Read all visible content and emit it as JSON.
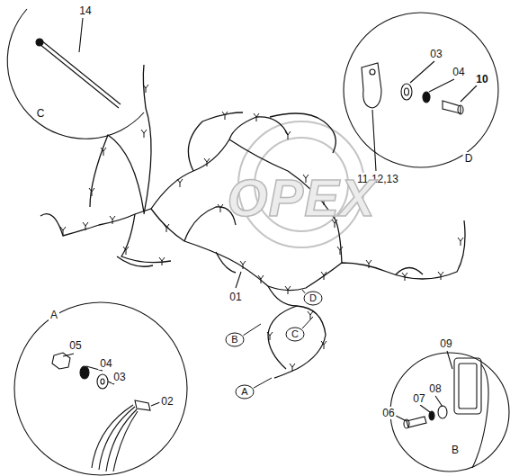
{
  "diagram": {
    "nodes": [
      {
        "text": [
          "D"
        ]
      },
      {
        "text": [
          "B"
        ]
      },
      {
        "text": [
          "C"
        ]
      },
      {
        "text": [
          "A"
        ]
      }
    ],
    "labels": [
      "14",
      "C",
      "03",
      "04",
      "10",
      "11,12,13",
      "D",
      "OPEX",
      "01",
      "05",
      "04",
      "03",
      "02",
      "A",
      "09",
      "08",
      "07",
      "06",
      "B"
    ]
  }
}
